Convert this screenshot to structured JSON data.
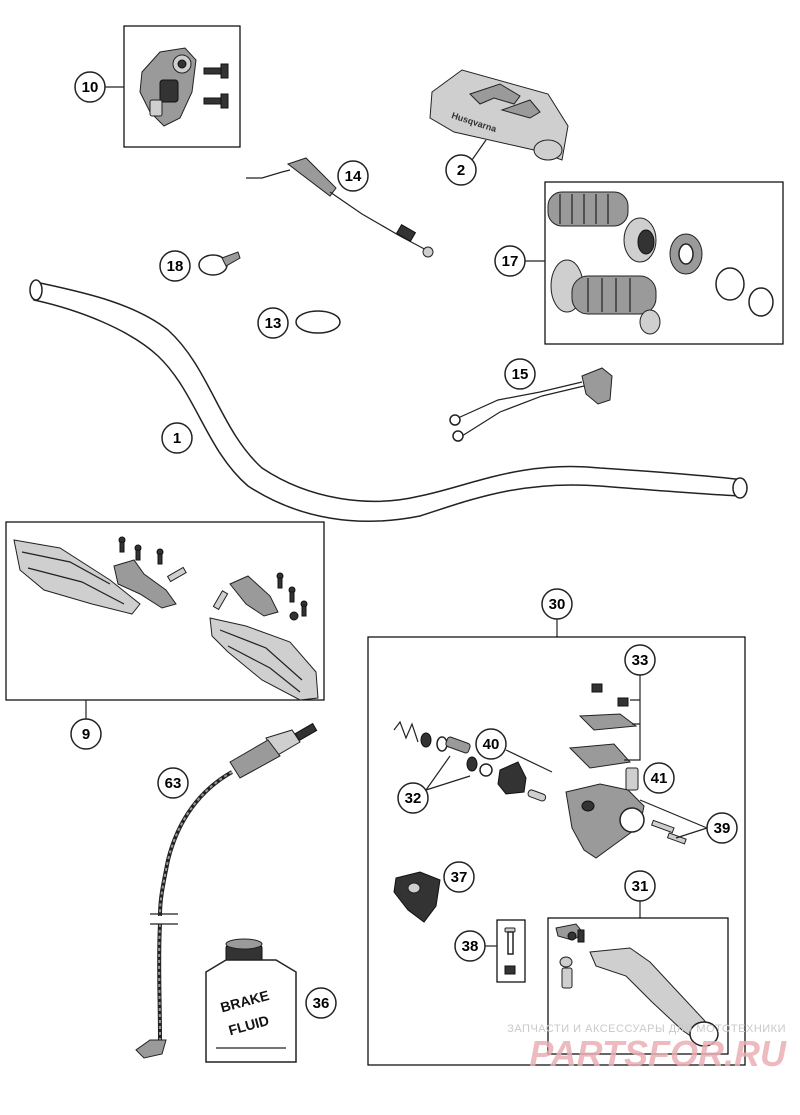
{
  "callouts": {
    "c1": "1",
    "c2": "2",
    "c9": "9",
    "c10": "10",
    "c13": "13",
    "c14": "14",
    "c15": "15",
    "c17": "17",
    "c18": "18",
    "c30": "30",
    "c31": "31",
    "c32": "32",
    "c33": "33",
    "c36": "36",
    "c37": "37",
    "c38": "38",
    "c39": "39",
    "c40": "40",
    "c41": "41",
    "c63": "63"
  },
  "labels": {
    "pad_brand": "Husqvarna",
    "bottle_line1": "BRAKE",
    "bottle_line2": "FLUID"
  },
  "watermark": {
    "tagline": "ЗАПЧАСТИ И АКСЕССУАРЫ ДЛЯ МОТОТЕХНИКИ",
    "brand": "PARTSFOR.RU",
    "tagline_color": "#c9c9c9",
    "brand_color": "#e9aeb4"
  }
}
